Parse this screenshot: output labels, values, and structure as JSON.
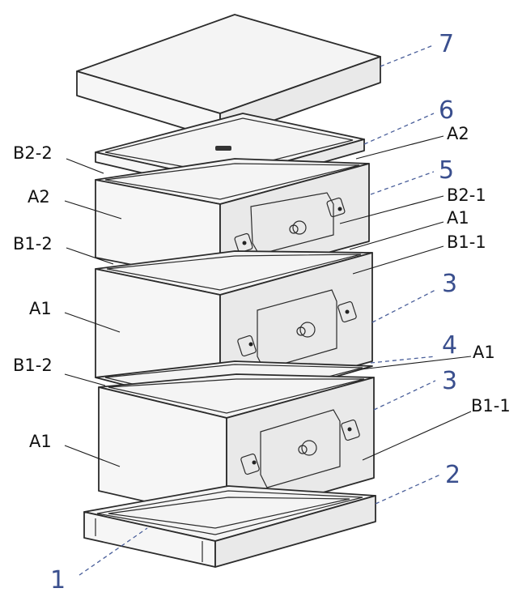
{
  "diagram": {
    "numbers": [
      "7",
      "6",
      "5",
      "3",
      "4",
      "3",
      "2",
      "1"
    ],
    "left_labels": [
      "B2-2",
      "A2",
      "B1-2",
      "A1",
      "B1-2",
      "A1"
    ],
    "right_labels": [
      "A2",
      "B2-1",
      "A1",
      "B1-1",
      "A1",
      "B1-1"
    ]
  }
}
